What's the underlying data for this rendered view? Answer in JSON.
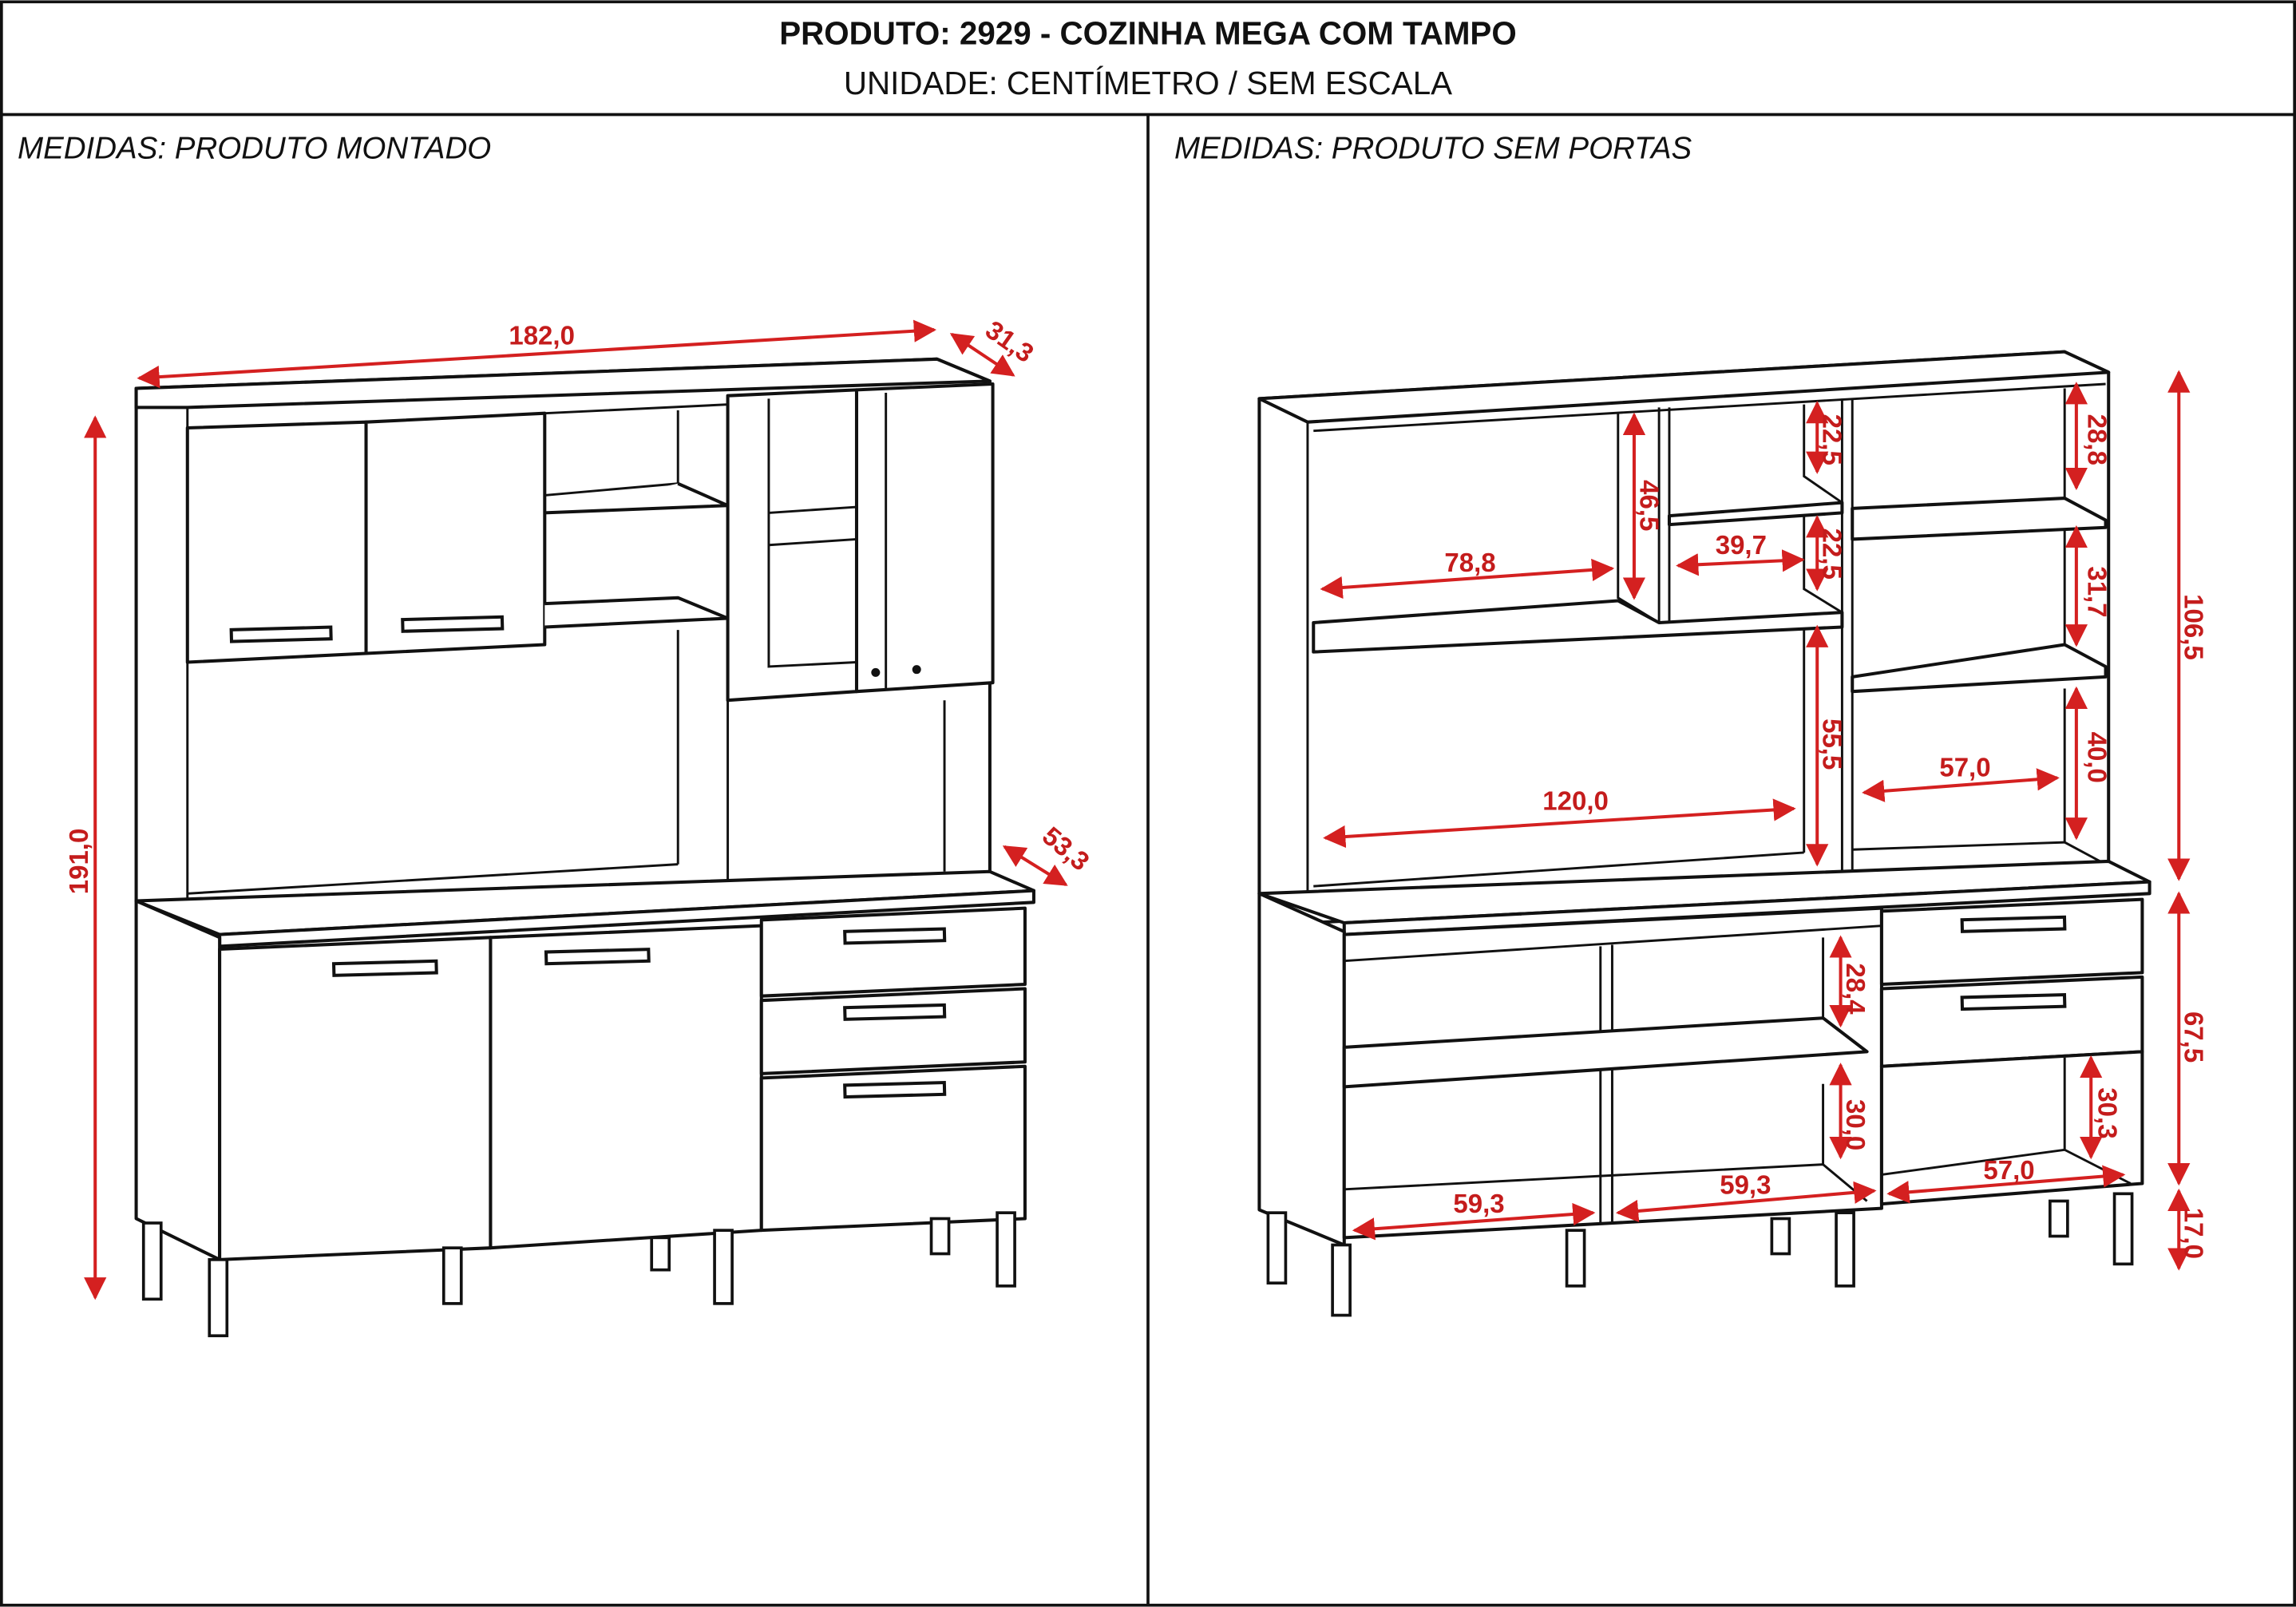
{
  "header": {
    "title": "PRODUTO: 2929 - COZINHA MEGA COM TAMPO",
    "subtitle": "UNIDADE: CENTÍMETRO / SEM ESCALA"
  },
  "left_panel": {
    "label": "MEDIDAS: PRODUTO MONTADO",
    "dimensions": {
      "width": "182,0",
      "top_depth": "31,3",
      "height": "191,0",
      "base_depth": "53,3"
    }
  },
  "right_panel": {
    "label": "MEDIDAS: PRODUTO SEM PORTAS",
    "dimensions": {
      "upper_left_width": "78,8",
      "upper_left_height": "46,5",
      "niche_width": "39,7",
      "niche_top_height": "22,5",
      "niche_bottom_height": "22,5",
      "right_top_height": "28,8",
      "right_mid_height": "31,7",
      "right_bottom_height": "40,0",
      "upper_total_height": "106,5",
      "open_width": "120,0",
      "open_height": "55,5",
      "right_open_width": "57,0",
      "lower_shelf_top_height": "28,4",
      "lower_shelf_bottom_height": "30,0",
      "drawer_bay_height": "30,3",
      "lower_total_height": "67,5",
      "leg_height": "17,0",
      "bay1_width": "59,3",
      "bay2_width": "59,3",
      "bay3_width": "57,0"
    }
  },
  "colors": {
    "dimension": "#d42020",
    "line": "#111111"
  }
}
